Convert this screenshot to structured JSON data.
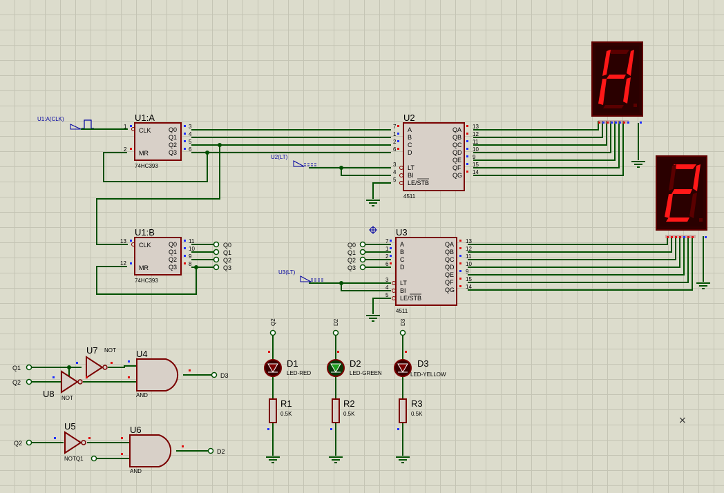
{
  "generators": [
    {
      "label": "U1:A(CLK)"
    },
    {
      "label": "U2(LT)"
    },
    {
      "label": "U3(LT)"
    }
  ],
  "counters": [
    {
      "ref": "U1:A",
      "part": "74HC393",
      "pins_left": [
        "CLK",
        "MR"
      ],
      "pins_right": [
        "Q0",
        "Q1",
        "Q2",
        "Q3"
      ],
      "pinnums_left": [
        "1",
        "2"
      ],
      "pinnums_right": [
        "3",
        "4",
        "5",
        "6"
      ]
    },
    {
      "ref": "U1:B",
      "part": "74HC393",
      "pins_left": [
        "CLK",
        "MR"
      ],
      "pins_right": [
        "Q0",
        "Q1",
        "Q2",
        "Q3"
      ],
      "pinnums_left": [
        "13",
        "12"
      ],
      "pinnums_right": [
        "11",
        "10",
        "9",
        "8"
      ]
    }
  ],
  "decoders": [
    {
      "ref": "U2",
      "part": "4511",
      "pins_left": [
        "A",
        "B",
        "C",
        "D",
        "LT",
        "BI",
        "LE/STB"
      ],
      "pinnums_left": [
        "7",
        "1",
        "2",
        "6",
        "3",
        "4",
        "5"
      ],
      "pins_right": [
        "QA",
        "QB",
        "QC",
        "QD",
        "QE",
        "QF",
        "QG"
      ],
      "pinnums_right": [
        "13",
        "12",
        "11",
        "10",
        "9",
        "15",
        "14"
      ]
    },
    {
      "ref": "U3",
      "part": "4511",
      "pins_left": [
        "A",
        "B",
        "C",
        "D",
        "LT",
        "BI",
        "LE/STB"
      ],
      "pinnums_left": [
        "7",
        "1",
        "2",
        "6",
        "3",
        "4",
        "5"
      ],
      "pins_right": [
        "QA",
        "QB",
        "QC",
        "QD",
        "QE",
        "QF",
        "QG"
      ],
      "pinnums_right": [
        "13",
        "12",
        "11",
        "10",
        "9",
        "15",
        "14"
      ]
    }
  ],
  "displays": [
    {
      "digit": "1"
    },
    {
      "digit": "2"
    }
  ],
  "terminals": {
    "u1b_outputs": [
      "Q0",
      "Q1",
      "Q2",
      "Q3"
    ],
    "u3_inputs": [
      "Q0",
      "Q1",
      "Q2",
      "Q3"
    ],
    "u7_input": "Q1",
    "u8_input": "Q2",
    "u4_output": "D3",
    "u5_input": "Q2",
    "u6_output": "D2",
    "led_inputs": [
      "Q2",
      "D2",
      "D3"
    ]
  },
  "gates": [
    {
      "ref": "U7",
      "type": "NOT"
    },
    {
      "ref": "U8",
      "type": "NOT"
    },
    {
      "ref": "U4",
      "type": "AND"
    },
    {
      "ref": "U5",
      "type": "NOTQ1"
    },
    {
      "ref": "U6",
      "type": "AND"
    }
  ],
  "leds": [
    {
      "ref": "D1",
      "part": "LED-RED",
      "color": "#c00000"
    },
    {
      "ref": "D2",
      "part": "LED-GREEN",
      "color": "#00a000"
    },
    {
      "ref": "D3",
      "part": "LED-YELLOW",
      "color": "#c00000"
    }
  ],
  "resistors": [
    {
      "ref": "R1",
      "value": "0.5K"
    },
    {
      "ref": "R2",
      "value": "0.5K"
    },
    {
      "ref": "R3",
      "value": "0.5K"
    }
  ],
  "cursor": "×"
}
